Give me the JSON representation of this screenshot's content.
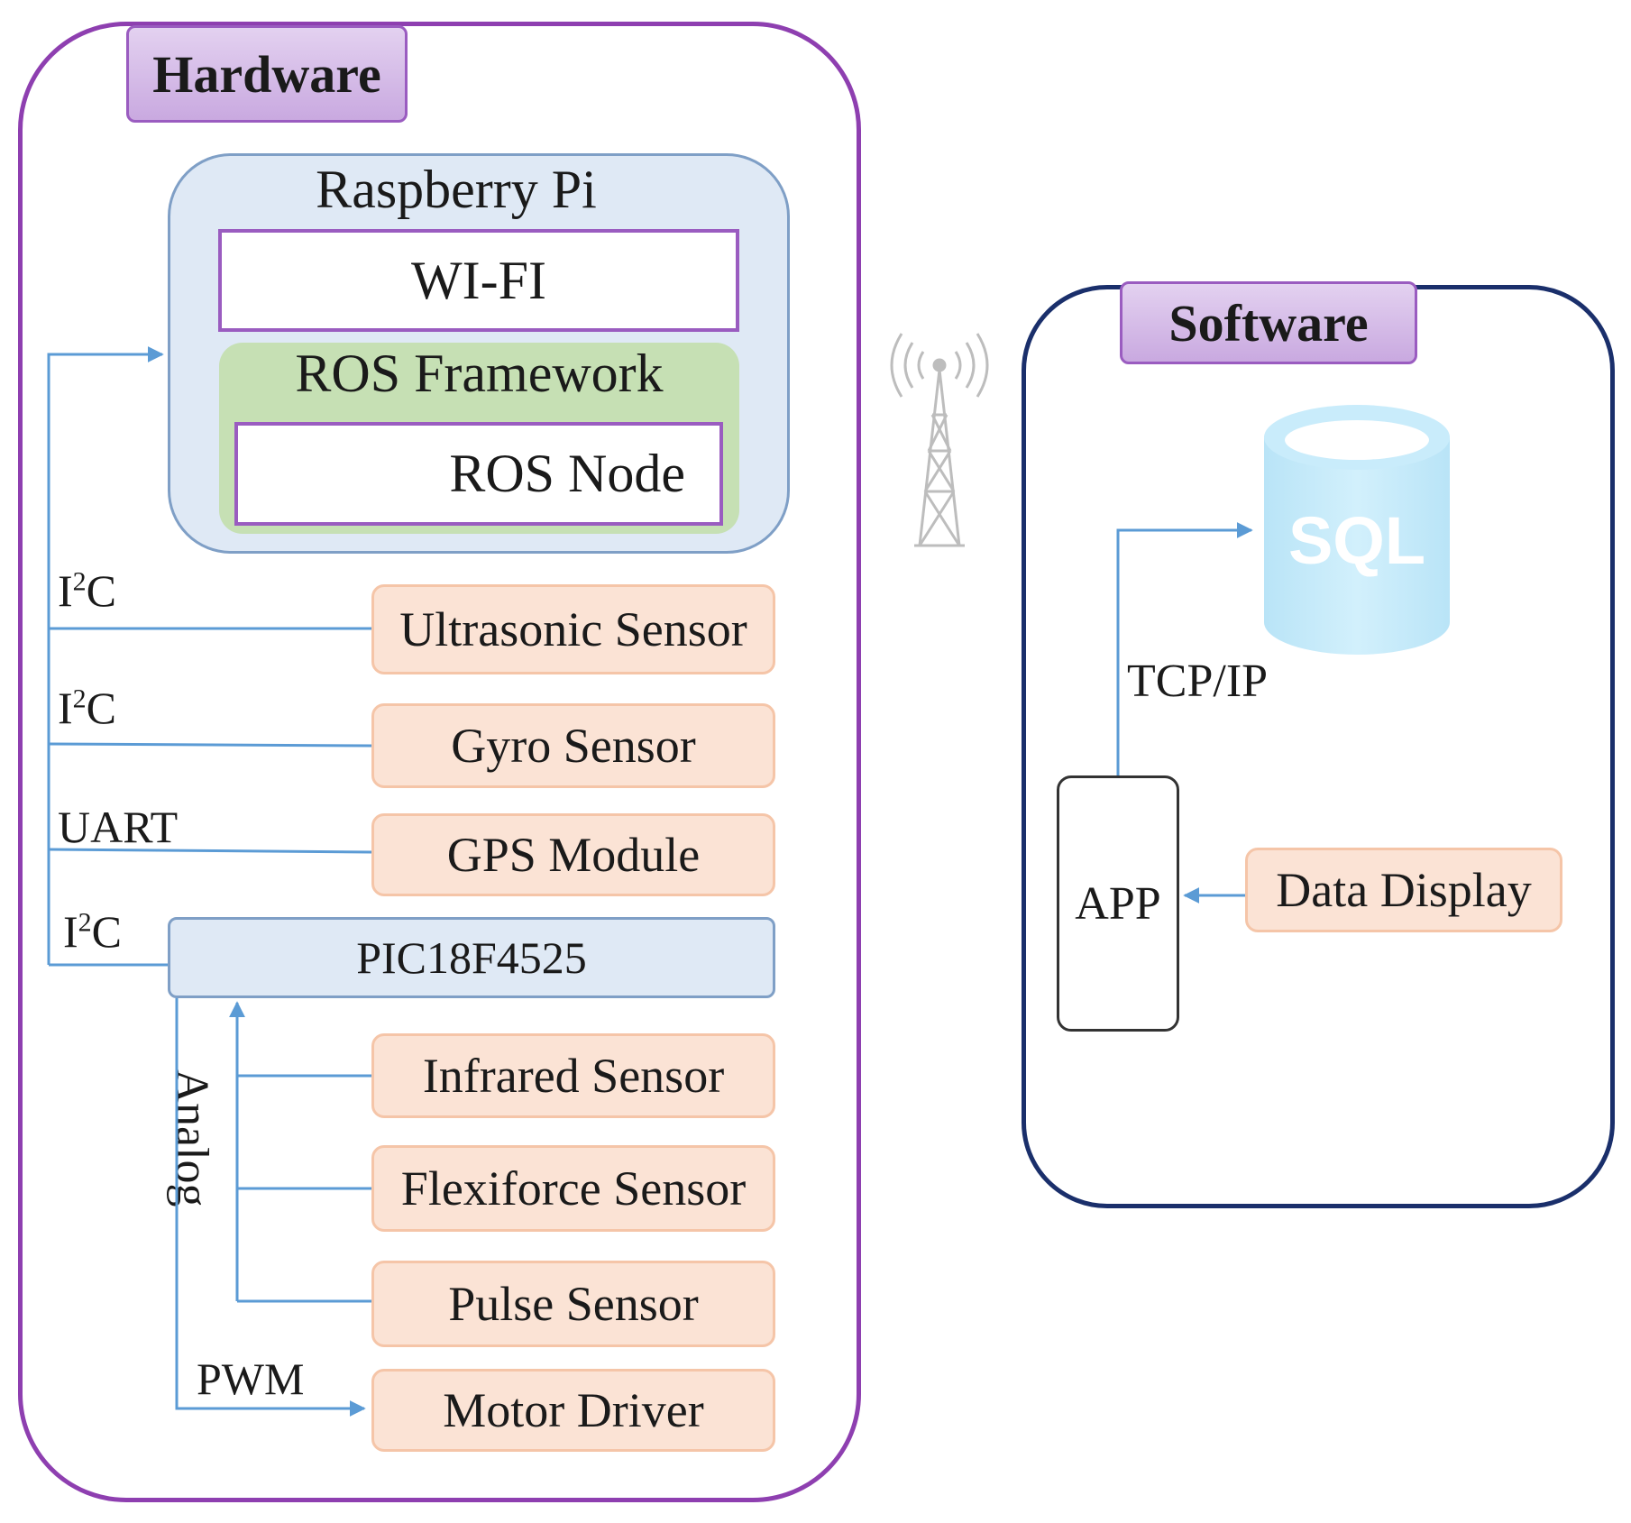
{
  "hardware": {
    "title": "Hardware",
    "raspberry_pi": {
      "title": "Raspberry Pi",
      "wifi": "WI-FI",
      "ros_framework": "ROS Framework",
      "ros_node": "ROS Node"
    },
    "sensors": {
      "ultrasonic": "Ultrasonic  Sensor",
      "gyro": "Gyro Sensor",
      "gps": "GPS Module",
      "infrared": "Infrared  Sensor",
      "flexiforce": "Flexiforce  Sensor",
      "pulse": "Pulse Sensor",
      "motor": "Motor  Driver"
    },
    "pic": "PIC18F4525",
    "bus_labels": {
      "i2c_base": "I",
      "i2c_sup": "2",
      "i2c_tail": "C",
      "uart": "UART",
      "analog": "Analog",
      "pwm": "PWM"
    }
  },
  "software": {
    "title": "Software",
    "database": "SQL",
    "app": "APP",
    "data_display": "Data Display",
    "protocol": "TCP/IP"
  },
  "icons": {
    "tower": "cell-tower-icon",
    "database": "database-icon"
  },
  "colors": {
    "hardware_frame": "#8e3fb0",
    "software_frame": "#1a2f6b",
    "connector": "#5b9bd5",
    "sensor_fill": "#fbe3d5",
    "rpi_fill": "#dfe9f5",
    "ros_fill": "#c6e0b4",
    "db_fill": "#c9ecfb"
  }
}
